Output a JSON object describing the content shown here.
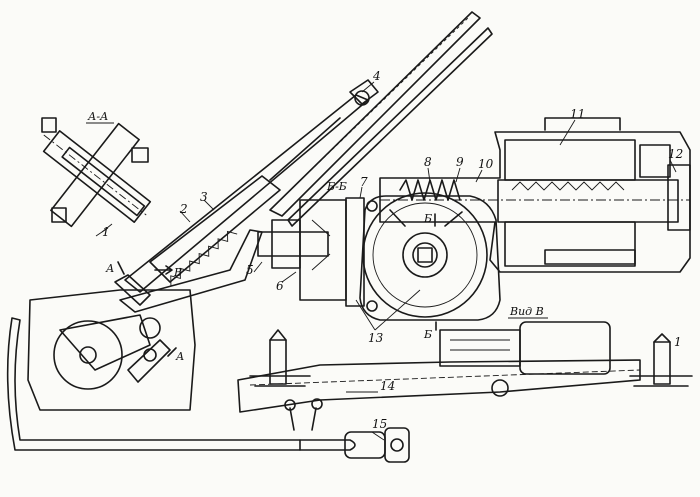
{
  "section_labels": {
    "aa": "А-А",
    "bb": "Б-Б",
    "view_v": "Вид В"
  },
  "callouts": [
    "1",
    "2",
    "3",
    "4",
    "5",
    "6",
    "7",
    "8",
    "9",
    "10",
    "11",
    "12",
    "13",
    "14",
    "15"
  ],
  "markers": {
    "a_upper": "А",
    "a_lower": "А",
    "b_upper": "Б",
    "b_lower": "Б",
    "v_arrow": "В"
  }
}
